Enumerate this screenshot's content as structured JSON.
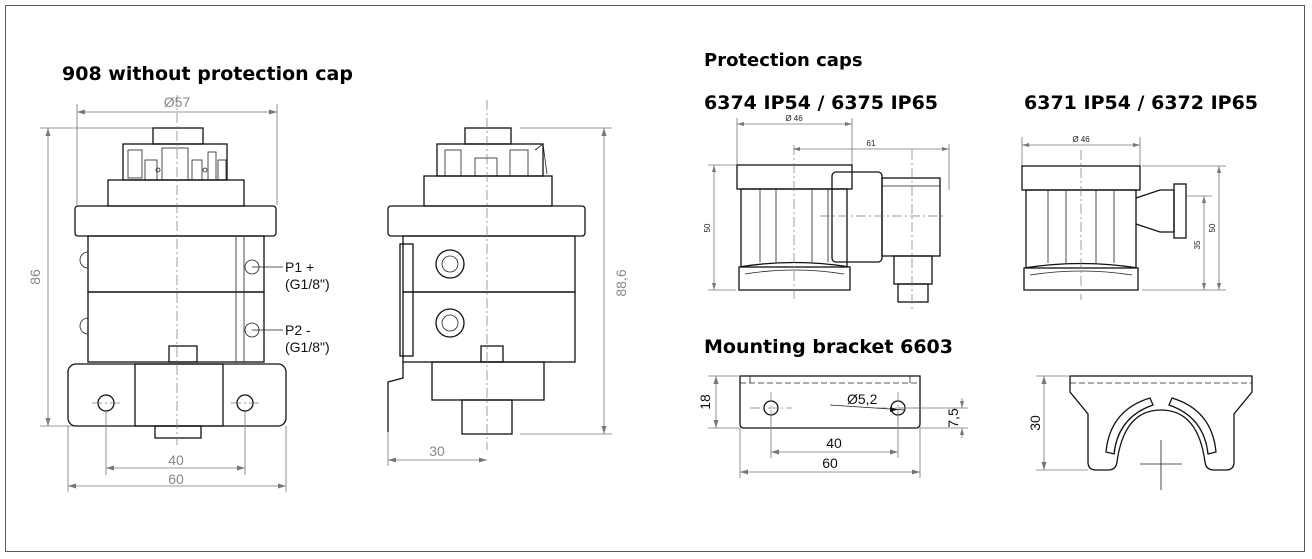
{
  "headings": {
    "main": "908 without protection cap",
    "caps": "Protection caps",
    "cap_6374": "6374 IP54 / 6375 IP65",
    "cap_6371": "6371 IP54 / 6372 IP65",
    "mounting": "Mounting bracket 6603"
  },
  "front_view": {
    "diameter": "Ø57",
    "height": "86",
    "width_inner": "40",
    "width_outer": "60",
    "p1_label": "P1 +",
    "p1_thread": "(G1/8\")",
    "p2_label": "P2  -",
    "p2_thread": "(G1/8\")"
  },
  "side_view": {
    "height": "88,6",
    "offset": "30"
  },
  "cap_6374": {
    "diameter": "Ø 46",
    "length": "61",
    "height": "50"
  },
  "cap_6371": {
    "diameter": "Ø 46",
    "height_outer": "50",
    "height_inner": "35"
  },
  "bracket": {
    "height": "18",
    "hole": "Ø5,2",
    "edge": "7,5",
    "spacing": "40",
    "length": "60",
    "side_height": "30"
  }
}
